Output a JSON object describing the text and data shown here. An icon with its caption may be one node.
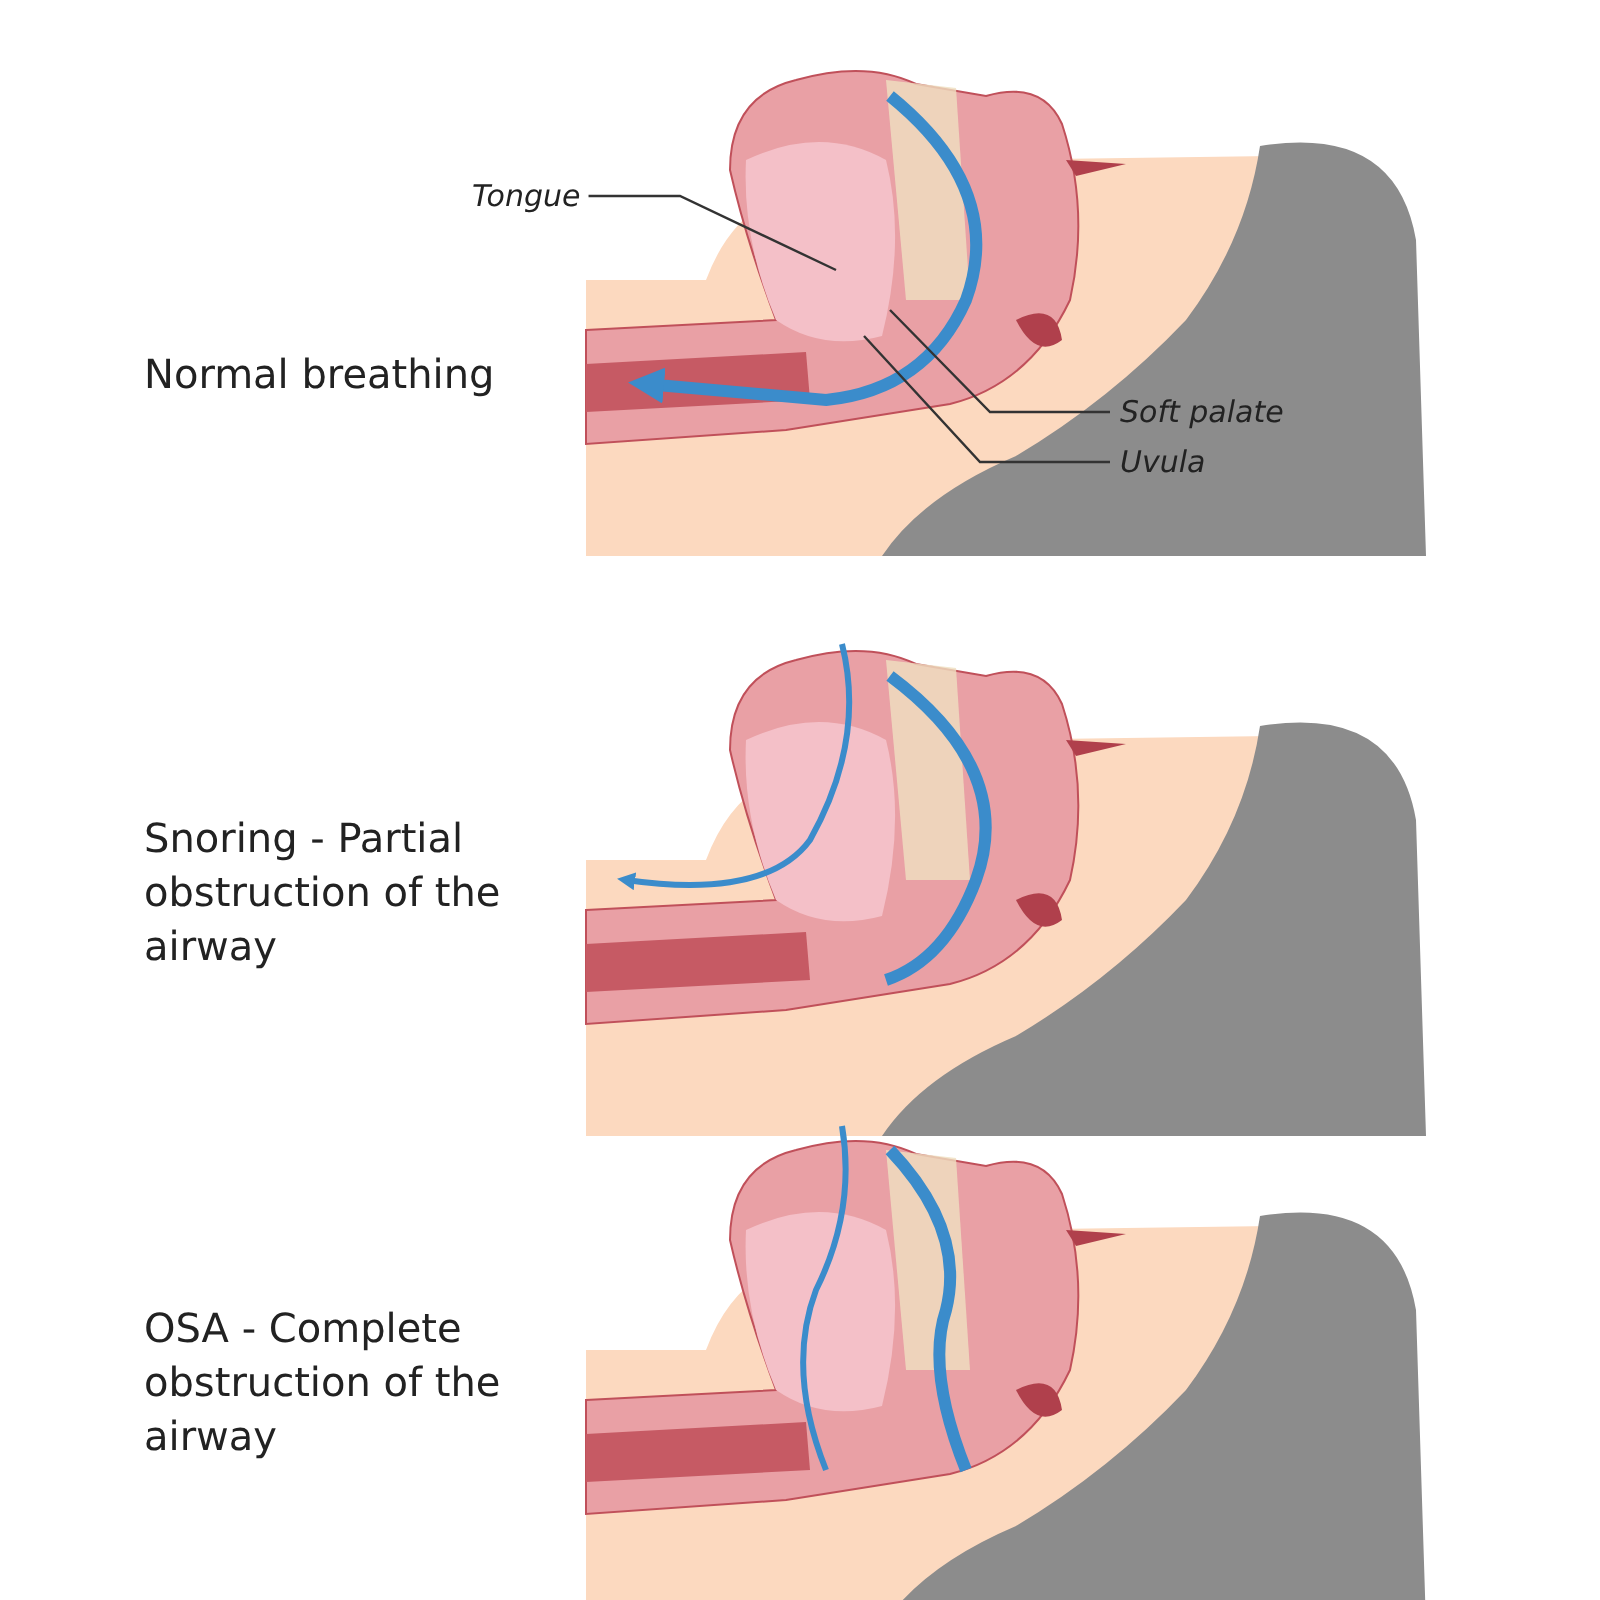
{
  "diagram": {
    "nodes": [
      {
        "text": [
          "Tongue"
        ]
      },
      {
        "text": [
          "Soft palate"
        ]
      },
      {
        "text": [
          "Uvula"
        ]
      }
    ],
    "edges": [
      {
        "from": 0,
        "to": null,
        "arrow": "none"
      },
      {
        "from": 1,
        "to": null,
        "arrow": "none"
      },
      {
        "from": 2,
        "to": null,
        "arrow": "none"
      }
    ],
    "labels": [
      "Normal breathing",
      "Snoring - Partial obstruction of the airway",
      "OSA - Complete obstruction of the airway"
    ]
  }
}
